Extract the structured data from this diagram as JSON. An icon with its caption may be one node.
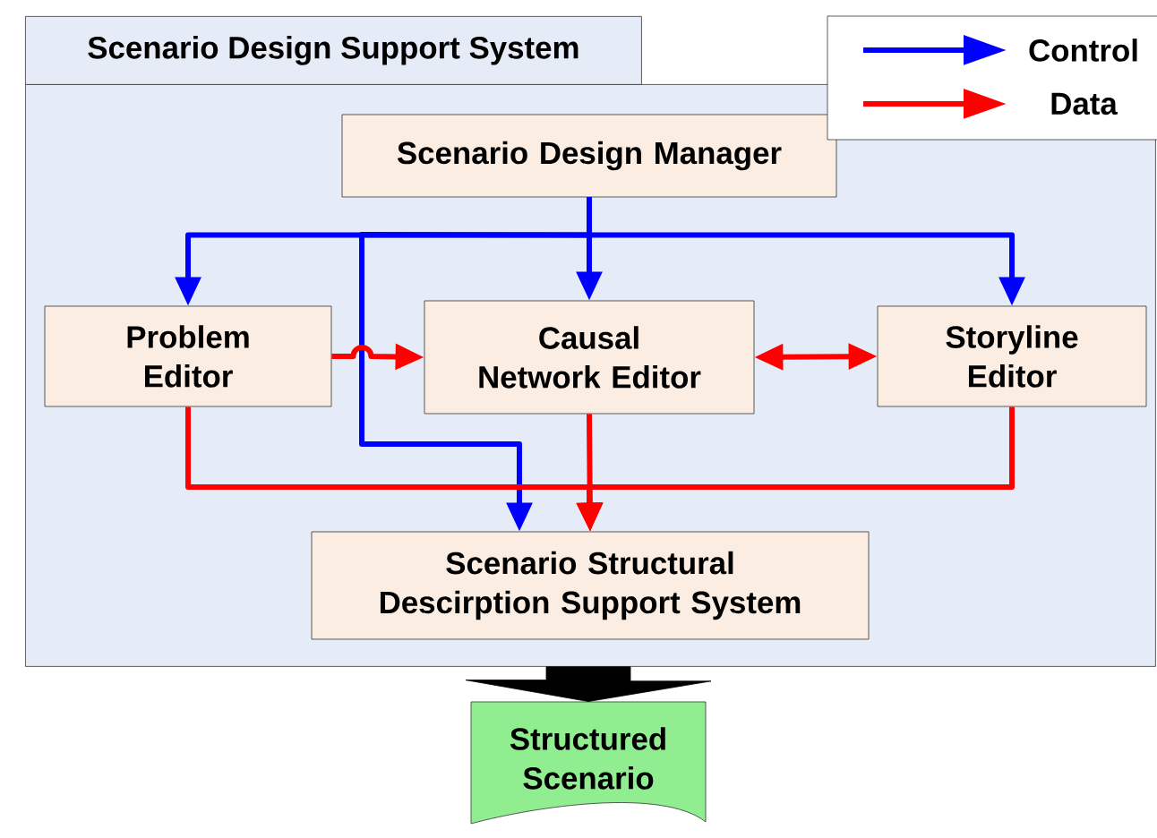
{
  "diagram": {
    "nodes": [
      {
        "text": [
          "Scenario Design Support System"
        ]
      },
      {
        "text": [
          "Scenario Design Manager"
        ],
        "in": 0
      },
      {
        "text": [
          "Problem Editor"
        ],
        "in": 0
      },
      {
        "text": [
          "Causal Network Editor"
        ],
        "in": 0
      },
      {
        "text": [
          "Storyline Editor"
        ],
        "in": 0
      },
      {
        "text": [
          "Scenario Structural Descirption Support System"
        ],
        "in": 0
      },
      {
        "text": [
          "Structured Scenario"
        ]
      }
    ],
    "edges": [
      {
        "from": 1,
        "to": 2,
        "arrow": "to",
        "color": "#0000ff"
      },
      {
        "from": 1,
        "to": 3,
        "arrow": "to",
        "color": "#0000ff"
      },
      {
        "from": 1,
        "to": 4,
        "arrow": "to",
        "color": "#0000ff"
      },
      {
        "from": 1,
        "to": 5,
        "arrow": "to",
        "color": "#0000ff"
      },
      {
        "from": 2,
        "to": 3,
        "arrow": "to",
        "color": "#ff0000"
      },
      {
        "from": 3,
        "to": 4,
        "arrow": "both",
        "color": "#ff0000"
      },
      {
        "from": 2,
        "to": 5,
        "arrow": "to",
        "color": "#ff0000"
      },
      {
        "from": 3,
        "to": 5,
        "arrow": "to",
        "color": "#ff0000"
      },
      {
        "from": 4,
        "to": 5,
        "arrow": "to",
        "color": "#ff0000"
      },
      {
        "from": 0,
        "to": 6,
        "arrow": "to",
        "style": "thick",
        "color": "#000000"
      }
    ],
    "legend": [
      {
        "text": "Control",
        "color": "#0000ff"
      },
      {
        "text": "Data",
        "color": "#ff0000"
      }
    ]
  }
}
